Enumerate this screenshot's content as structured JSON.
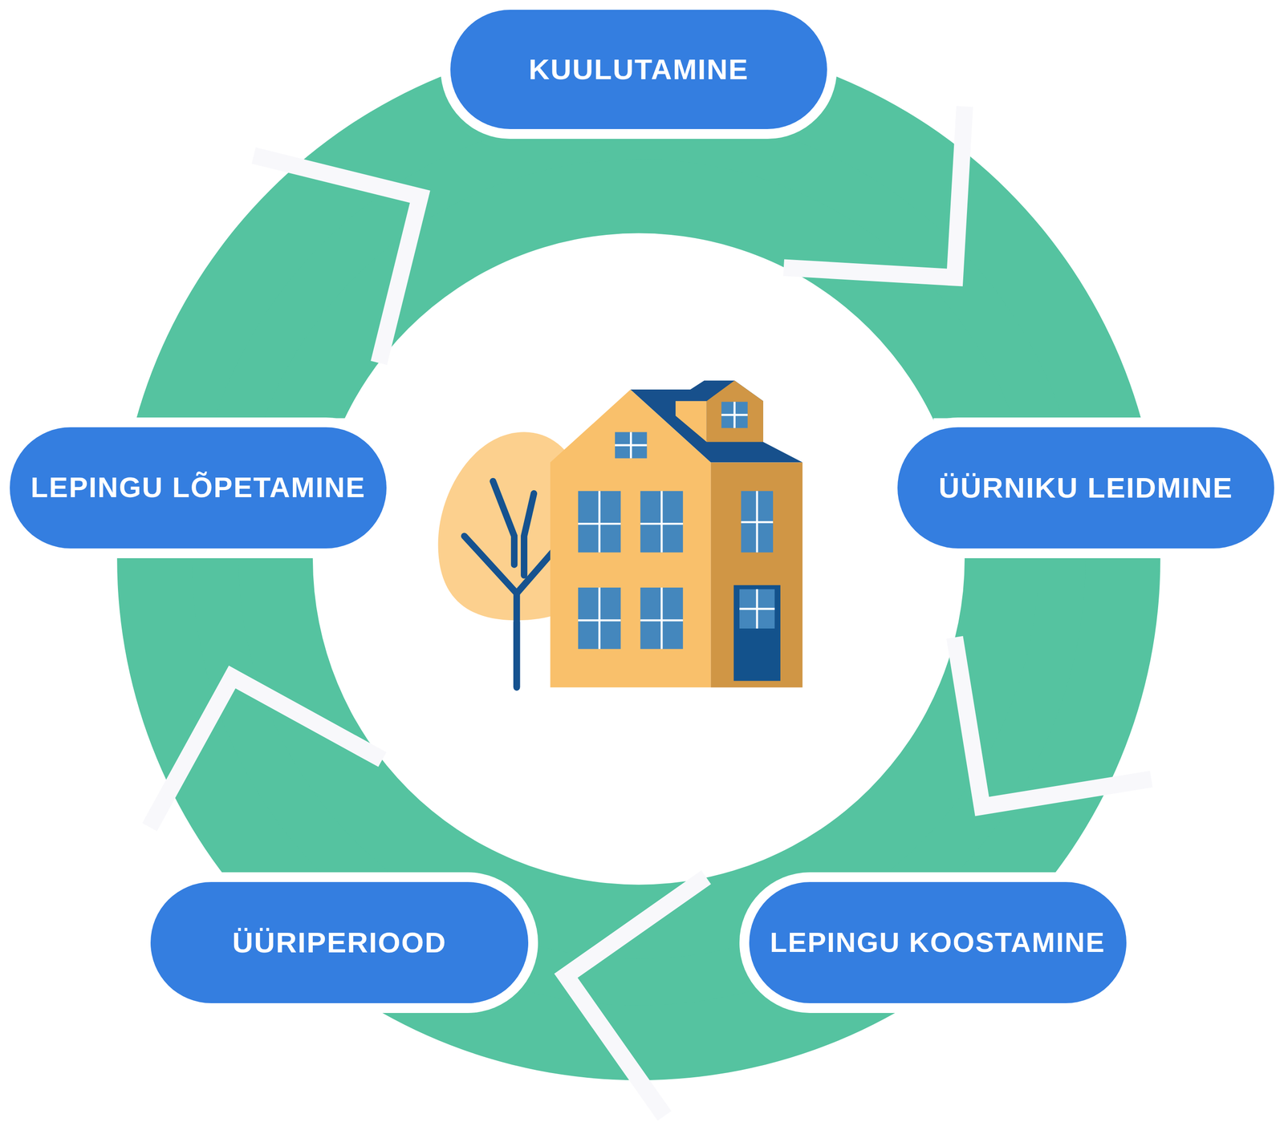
{
  "diagram": {
    "nodes": [
      {
        "text": [
          "KUULUTAMINE"
        ]
      },
      {
        "text": [
          "ÜÜRNIKU LEIDMINE"
        ]
      },
      {
        "text": [
          "LEPINGU KOOSTAMINE"
        ]
      },
      {
        "text": [
          "ÜÜRIPERIOOD"
        ]
      },
      {
        "text": [
          "LEPINGU LÕPETAMINE"
        ]
      }
    ],
    "edges": [
      {
        "from": 0,
        "to": 1,
        "arrow": "to"
      },
      {
        "from": 1,
        "to": 2,
        "arrow": "to"
      },
      {
        "from": 2,
        "to": 3,
        "arrow": "to"
      },
      {
        "from": 3,
        "to": 4,
        "arrow": "to"
      },
      {
        "from": 4,
        "to": 0,
        "arrow": "to"
      }
    ]
  }
}
